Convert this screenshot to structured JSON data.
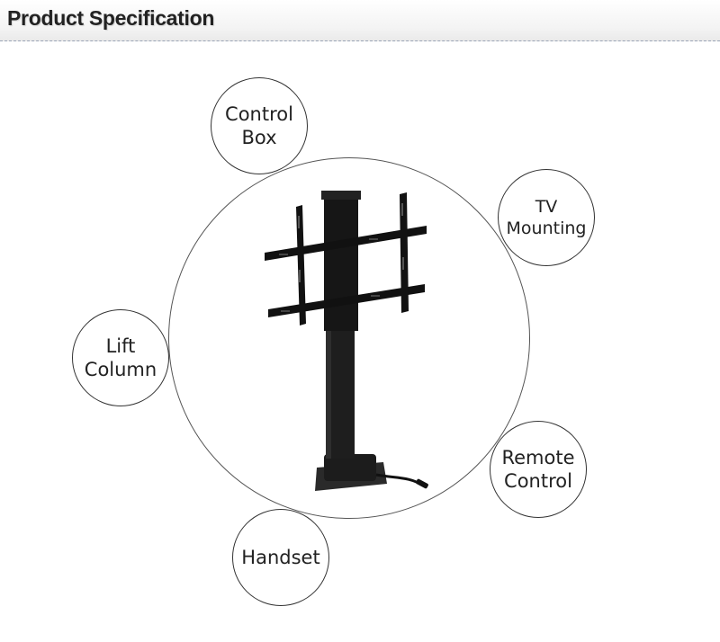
{
  "header": {
    "title": "Product Specification"
  },
  "callouts": [
    {
      "id": "control-box",
      "label": "Control\nBox"
    },
    {
      "id": "tv-mounting",
      "label": "TV\nMounting"
    },
    {
      "id": "lift-column",
      "label": "Lift\nColumn"
    },
    {
      "id": "remote-control",
      "label": "Remote\nControl"
    },
    {
      "id": "handset",
      "label": "Handset"
    }
  ],
  "colors": {
    "product": "#1a1a1a",
    "ring": "#555555",
    "header_text": "#222222"
  }
}
